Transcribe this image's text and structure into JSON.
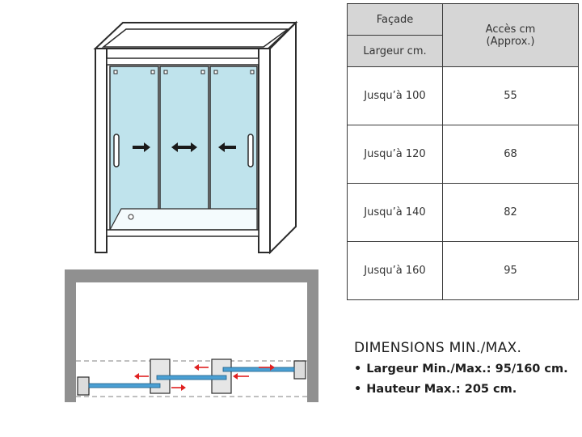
{
  "table": {
    "header": {
      "col1_top": "Façade",
      "col1_bottom": "Largeur cm.",
      "col2": [
        "Accès cm",
        "(Approx.)"
      ]
    },
    "rows": [
      {
        "facade": "Jusqu’à 100",
        "acces": "55"
      },
      {
        "facade": "Jusqu’à 120",
        "acces": "68"
      },
      {
        "facade": "Jusqu’à 140",
        "acces": "82"
      },
      {
        "facade": "Jusqu’à 160",
        "acces": "95"
      }
    ]
  },
  "dimensions": {
    "title": "DIMENSIONS MIN./MAX.",
    "items": [
      "Largeur Min./Max.: 95/160 cm.",
      "Hauteur Max.: 205 cm."
    ]
  },
  "colors": {
    "glass": "#bfe3ec",
    "outline": "#2b2b2b",
    "wall": "#909090",
    "rail": "#4a9fd3",
    "arrow_red": "#e02020",
    "header_bg": "#d6d6d6"
  }
}
